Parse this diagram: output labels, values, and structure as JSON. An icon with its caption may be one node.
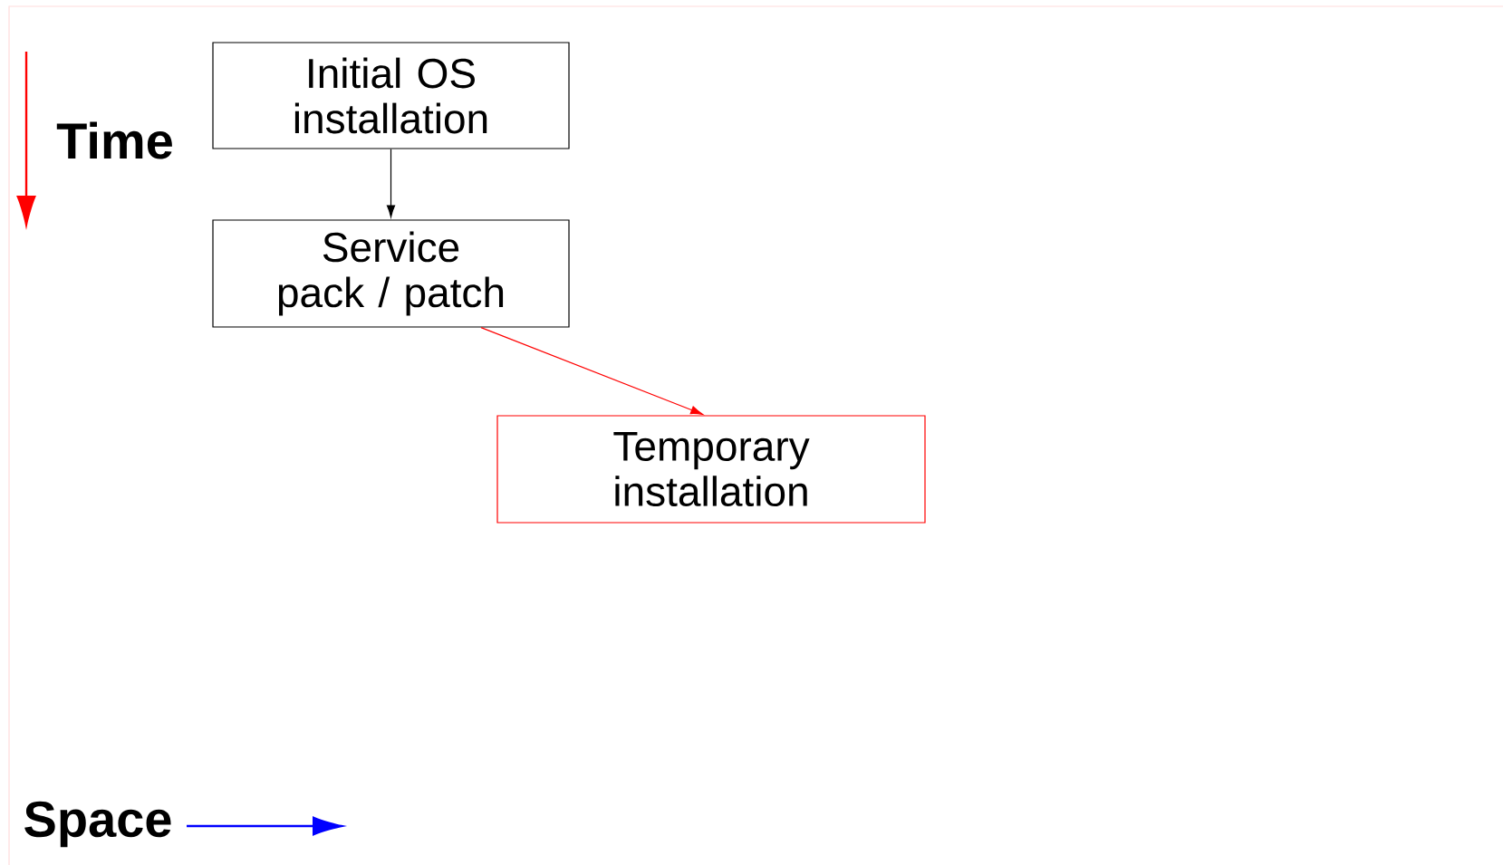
{
  "diagram": {
    "nodes": [
      {
        "text": [
          "Initial OS installation"
        ]
      },
      {
        "text": [
          "Service pack / patch"
        ]
      },
      {
        "text": [
          "Temporary installation"
        ]
      }
    ],
    "edges": [
      {
        "from": 0,
        "to": 1,
        "arrow": "to"
      },
      {
        "from": 1,
        "to": 2,
        "arrow": "to",
        "color": "#ff0000"
      }
    ],
    "labels": [
      "Time",
      "Space"
    ]
  }
}
